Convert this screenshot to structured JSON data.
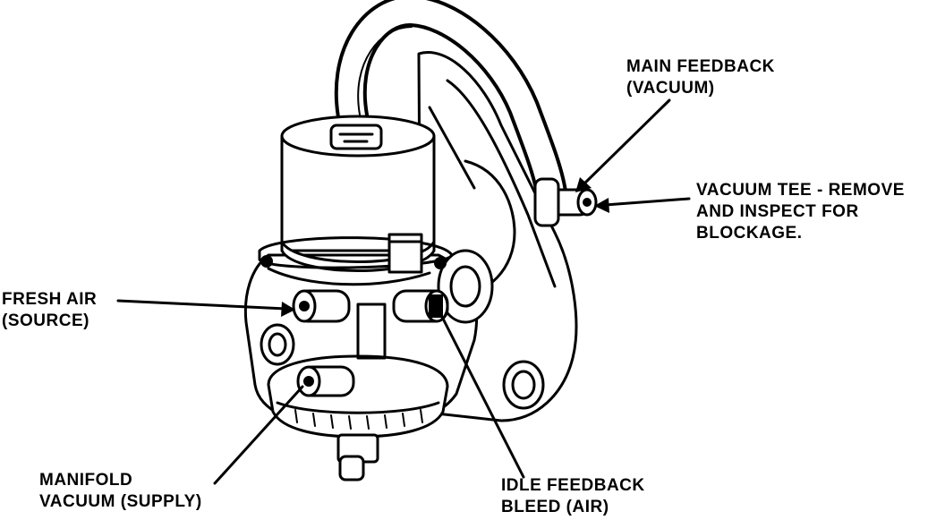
{
  "diagram": {
    "labels": {
      "main_feedback": [
        "MAIN FEEDBACK",
        "(VACUUM)"
      ],
      "vacuum_tee": [
        "VACUUM TEE - REMOVE",
        "AND INSPECT FOR",
        "BLOCKAGE."
      ],
      "fresh_air": [
        "FRESH AIR",
        "(SOURCE)"
      ],
      "manifold_vacuum": [
        "MANIFOLD",
        "VACUUM (SUPPLY)"
      ],
      "idle_feedback": [
        "IDLE FEEDBACK",
        "BLEED (AIR)"
      ]
    },
    "colors": {
      "ink": "#000000",
      "paper": "#ffffff"
    }
  }
}
